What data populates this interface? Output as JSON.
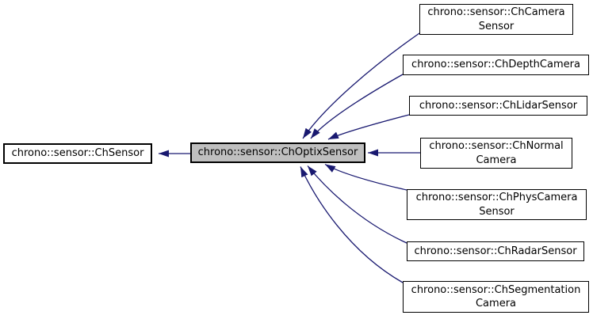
{
  "diagram": {
    "kind": "class-inheritance-graph",
    "base": {
      "label": "chrono::sensor::ChSensor"
    },
    "focus": {
      "label": "chrono::sensor::ChOptixSensor"
    },
    "derived": [
      {
        "label": "chrono::sensor::ChCamera\nSensor"
      },
      {
        "label": "chrono::sensor::ChDepthCamera"
      },
      {
        "label": "chrono::sensor::ChLidarSensor"
      },
      {
        "label": "chrono::sensor::ChNormal\nCamera"
      },
      {
        "label": "chrono::sensor::ChPhysCamera\nSensor"
      },
      {
        "label": "chrono::sensor::ChRadarSensor"
      },
      {
        "label": "chrono::sensor::ChSegmentation\nCamera"
      }
    ],
    "edges": [
      {
        "from": "chrono::sensor::ChOptixSensor",
        "to": "chrono::sensor::ChSensor",
        "relation": "inherits"
      },
      {
        "from": "chrono::sensor::ChCameraSensor",
        "to": "chrono::sensor::ChOptixSensor",
        "relation": "inherits"
      },
      {
        "from": "chrono::sensor::ChDepthCamera",
        "to": "chrono::sensor::ChOptixSensor",
        "relation": "inherits"
      },
      {
        "from": "chrono::sensor::ChLidarSensor",
        "to": "chrono::sensor::ChOptixSensor",
        "relation": "inherits"
      },
      {
        "from": "chrono::sensor::ChNormalCamera",
        "to": "chrono::sensor::ChOptixSensor",
        "relation": "inherits"
      },
      {
        "from": "chrono::sensor::ChPhysCameraSensor",
        "to": "chrono::sensor::ChOptixSensor",
        "relation": "inherits"
      },
      {
        "from": "chrono::sensor::ChRadarSensor",
        "to": "chrono::sensor::ChOptixSensor",
        "relation": "inherits"
      },
      {
        "from": "chrono::sensor::ChSegmentationCamera",
        "to": "chrono::sensor::ChOptixSensor",
        "relation": "inherits"
      }
    ]
  },
  "colors": {
    "arrow": "#191970",
    "focus_fill": "#bfbfbf",
    "node_fill": "#ffffff",
    "node_border": "#000000",
    "background": "#ffffff"
  }
}
